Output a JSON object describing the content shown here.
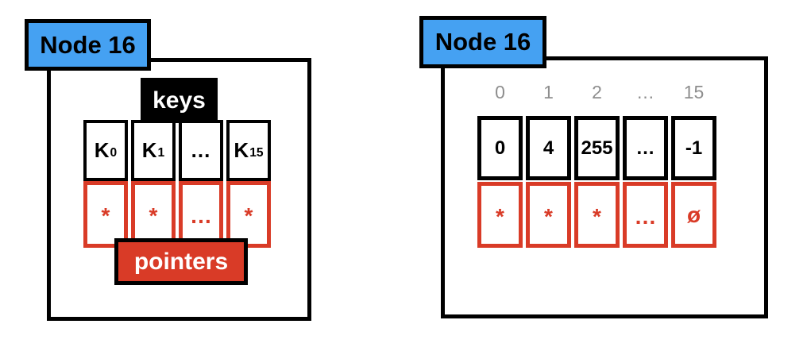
{
  "colors": {
    "node_badge_blue": "#45A1F2",
    "pointer_red": "#D93B27",
    "outline_black": "#000000",
    "index_gray": "#8E8E8E",
    "badge_text_white": "#FFFFFF"
  },
  "left_node": {
    "node_label": "Node 16",
    "keys_label": "keys",
    "pointers_label": "pointers",
    "key_cells": [
      {
        "base": "K",
        "sub": "0"
      },
      {
        "base": "K",
        "sub": "1"
      },
      {
        "base": "…",
        "sub": ""
      },
      {
        "base": "K",
        "sub": "15"
      }
    ],
    "pointer_cells": [
      "*",
      "*",
      "…",
      "*"
    ]
  },
  "right_node": {
    "node_label": "Node 16",
    "index_labels": [
      "0",
      "1",
      "2",
      "…",
      "15"
    ],
    "key_cells": [
      "0",
      "4",
      "255",
      "…",
      "-1"
    ],
    "pointer_cells": [
      "*",
      "*",
      "*",
      "…",
      "ø"
    ]
  }
}
